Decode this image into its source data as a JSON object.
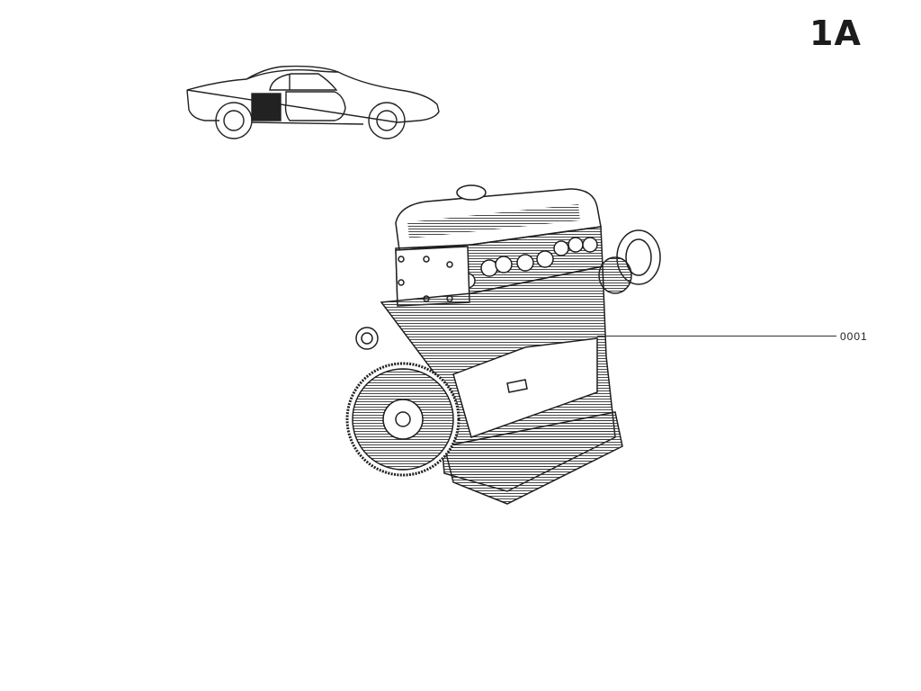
{
  "page": {
    "code": "1A"
  },
  "locator": {
    "type": "car-side-view",
    "highlighted_region": "engine-bay"
  },
  "illustration": {
    "subject": "engine-assembly"
  },
  "callouts": [
    {
      "part_number": "0001"
    }
  ],
  "colors": {
    "ink": "#1a1a1a",
    "background": "#ffffff",
    "highlight": "#222222"
  }
}
